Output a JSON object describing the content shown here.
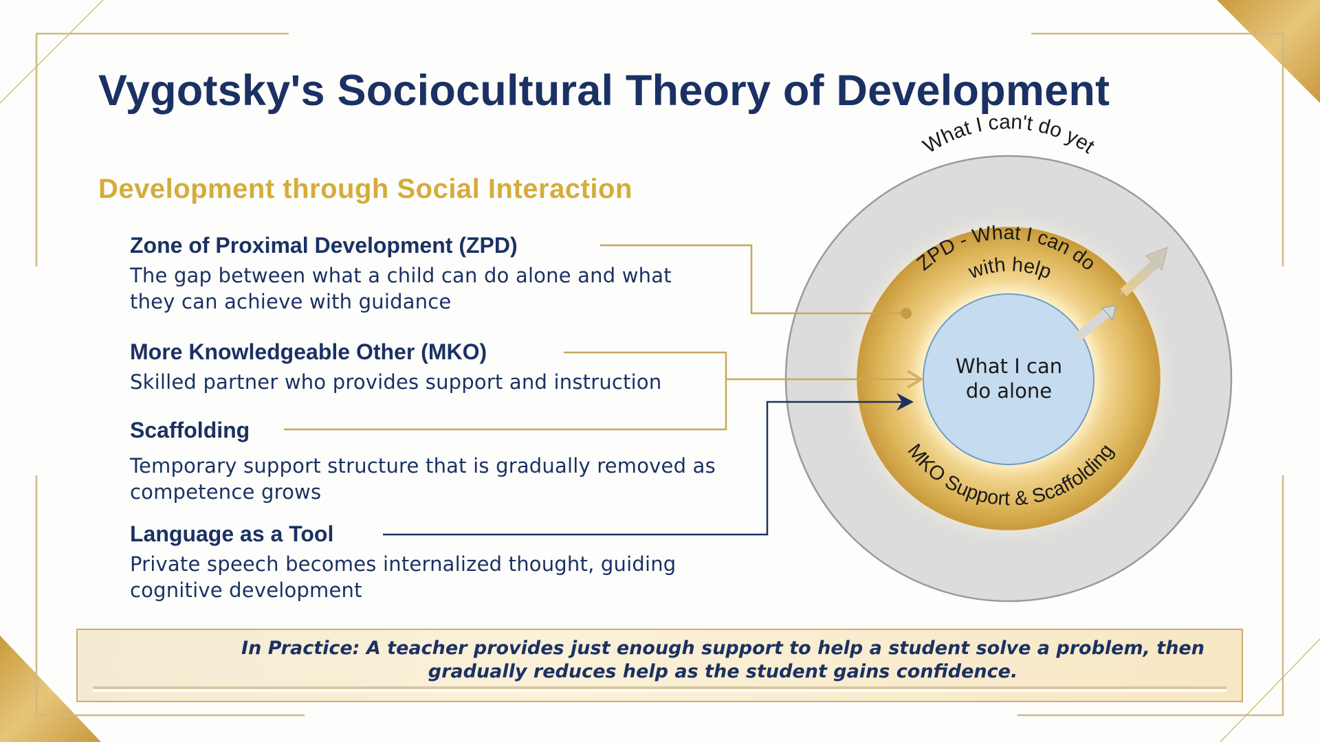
{
  "slide": {
    "title": "Vygotsky's Sociocultural Theory of Development",
    "subtitle": "Development through Social Interaction"
  },
  "concepts": [
    {
      "heading": "Zone of Proximal Development (ZPD)",
      "description": "The gap between what a child can do alone and what they can achieve with guidance"
    },
    {
      "heading": "More Knowledgeable Other (MKO)",
      "description": "Skilled partner who provides support and instruction"
    },
    {
      "heading": "Scaffolding",
      "description": "Temporary support structure that is gradually removed as competence grows"
    },
    {
      "heading": "Language as a Tool",
      "description": "Private speech becomes internalized thought, guiding cognitive development"
    }
  ],
  "diagram": {
    "outer_label": "What I can't do yet",
    "zpd_label_line1": "ZPD - What I can do",
    "zpd_label_line2": "with help",
    "support_label": "MKO Support & Scaffolding",
    "center_label": "What I can do alone",
    "colors": {
      "outer": "#dcdcdc",
      "outer_stroke": "#9a9a9a",
      "ring": "#d8ad4f",
      "inner": "#c5dbef",
      "inner_stroke": "#6f9bc4",
      "connector_gold": "#c9a65a",
      "connector_navy": "#1b3163"
    }
  },
  "practice": {
    "text": "In Practice: A teacher provides just enough support to help a student solve a problem, then gradually reduces help as the student gains confidence."
  },
  "theme": {
    "title_color": "#1b3163",
    "accent_gold": "#d4ac3a",
    "background": "#fdfdfb"
  }
}
